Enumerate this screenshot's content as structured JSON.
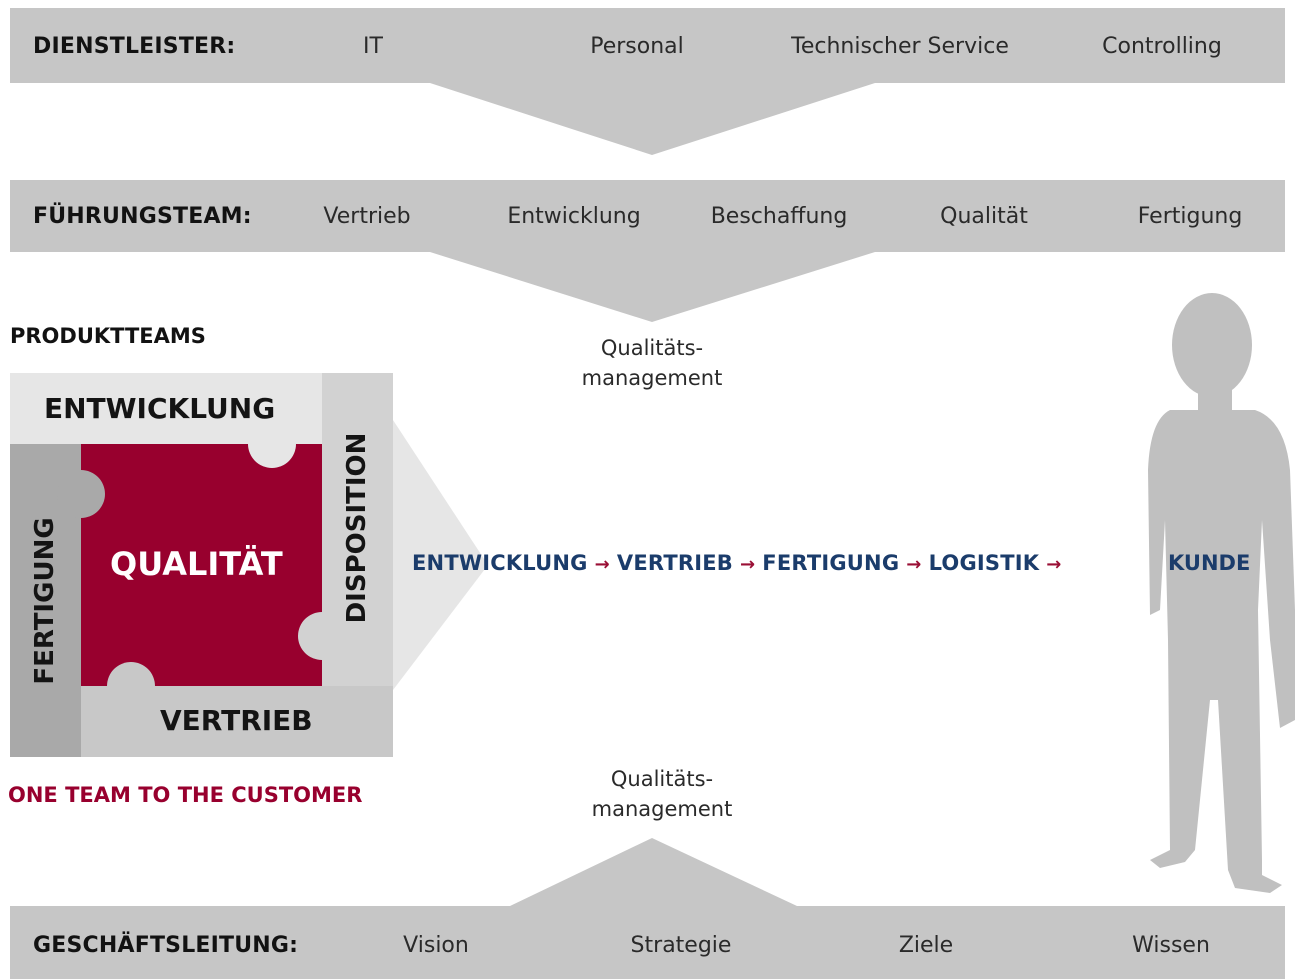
{
  "service_bar": {
    "label": "DIENSTLEISTER:",
    "items": [
      "IT",
      "Personal",
      "Technischer Service",
      "Controlling"
    ]
  },
  "leadership_bar": {
    "label": "FÜHRUNGSTEAM:",
    "items": [
      "Vertrieb",
      "Entwicklung",
      "Beschaffung",
      "Qualität",
      "Fertigung"
    ]
  },
  "quality_management_top": [
    "Qualitäts-",
    "management"
  ],
  "quality_management_bottom": [
    "Qualitäts-",
    "management"
  ],
  "product_teams": {
    "heading": "PRODUKTTEAMS",
    "top": "ENTWICKLUNG",
    "right": "DISPOSITION",
    "left": "FERTIGUNG",
    "bottom": "VERTRIEB",
    "center": "QUALITÄT",
    "slogan": "ONE TEAM TO THE CUSTOMER"
  },
  "process_flow": {
    "steps": [
      "ENTWICKLUNG",
      "VERTRIEB",
      "FERTIGUNG",
      "LOGISTIK"
    ],
    "arrow": "→",
    "target": "KUNDE"
  },
  "management_bar": {
    "label": "GESCHÄFTSLEITUNG:",
    "items": [
      "Vision",
      "Strategie",
      "Ziele",
      "Wissen"
    ]
  },
  "colors": {
    "bar_gray": "#c6c6c6",
    "light_gray": "#e6e6e6",
    "mid_gray": "#a9a9a9",
    "dark_gray": "#8f8f8f",
    "quality_red": "#98002e",
    "flow_blue": "#1b3c6b",
    "silhouette": "#c0c0c0"
  }
}
